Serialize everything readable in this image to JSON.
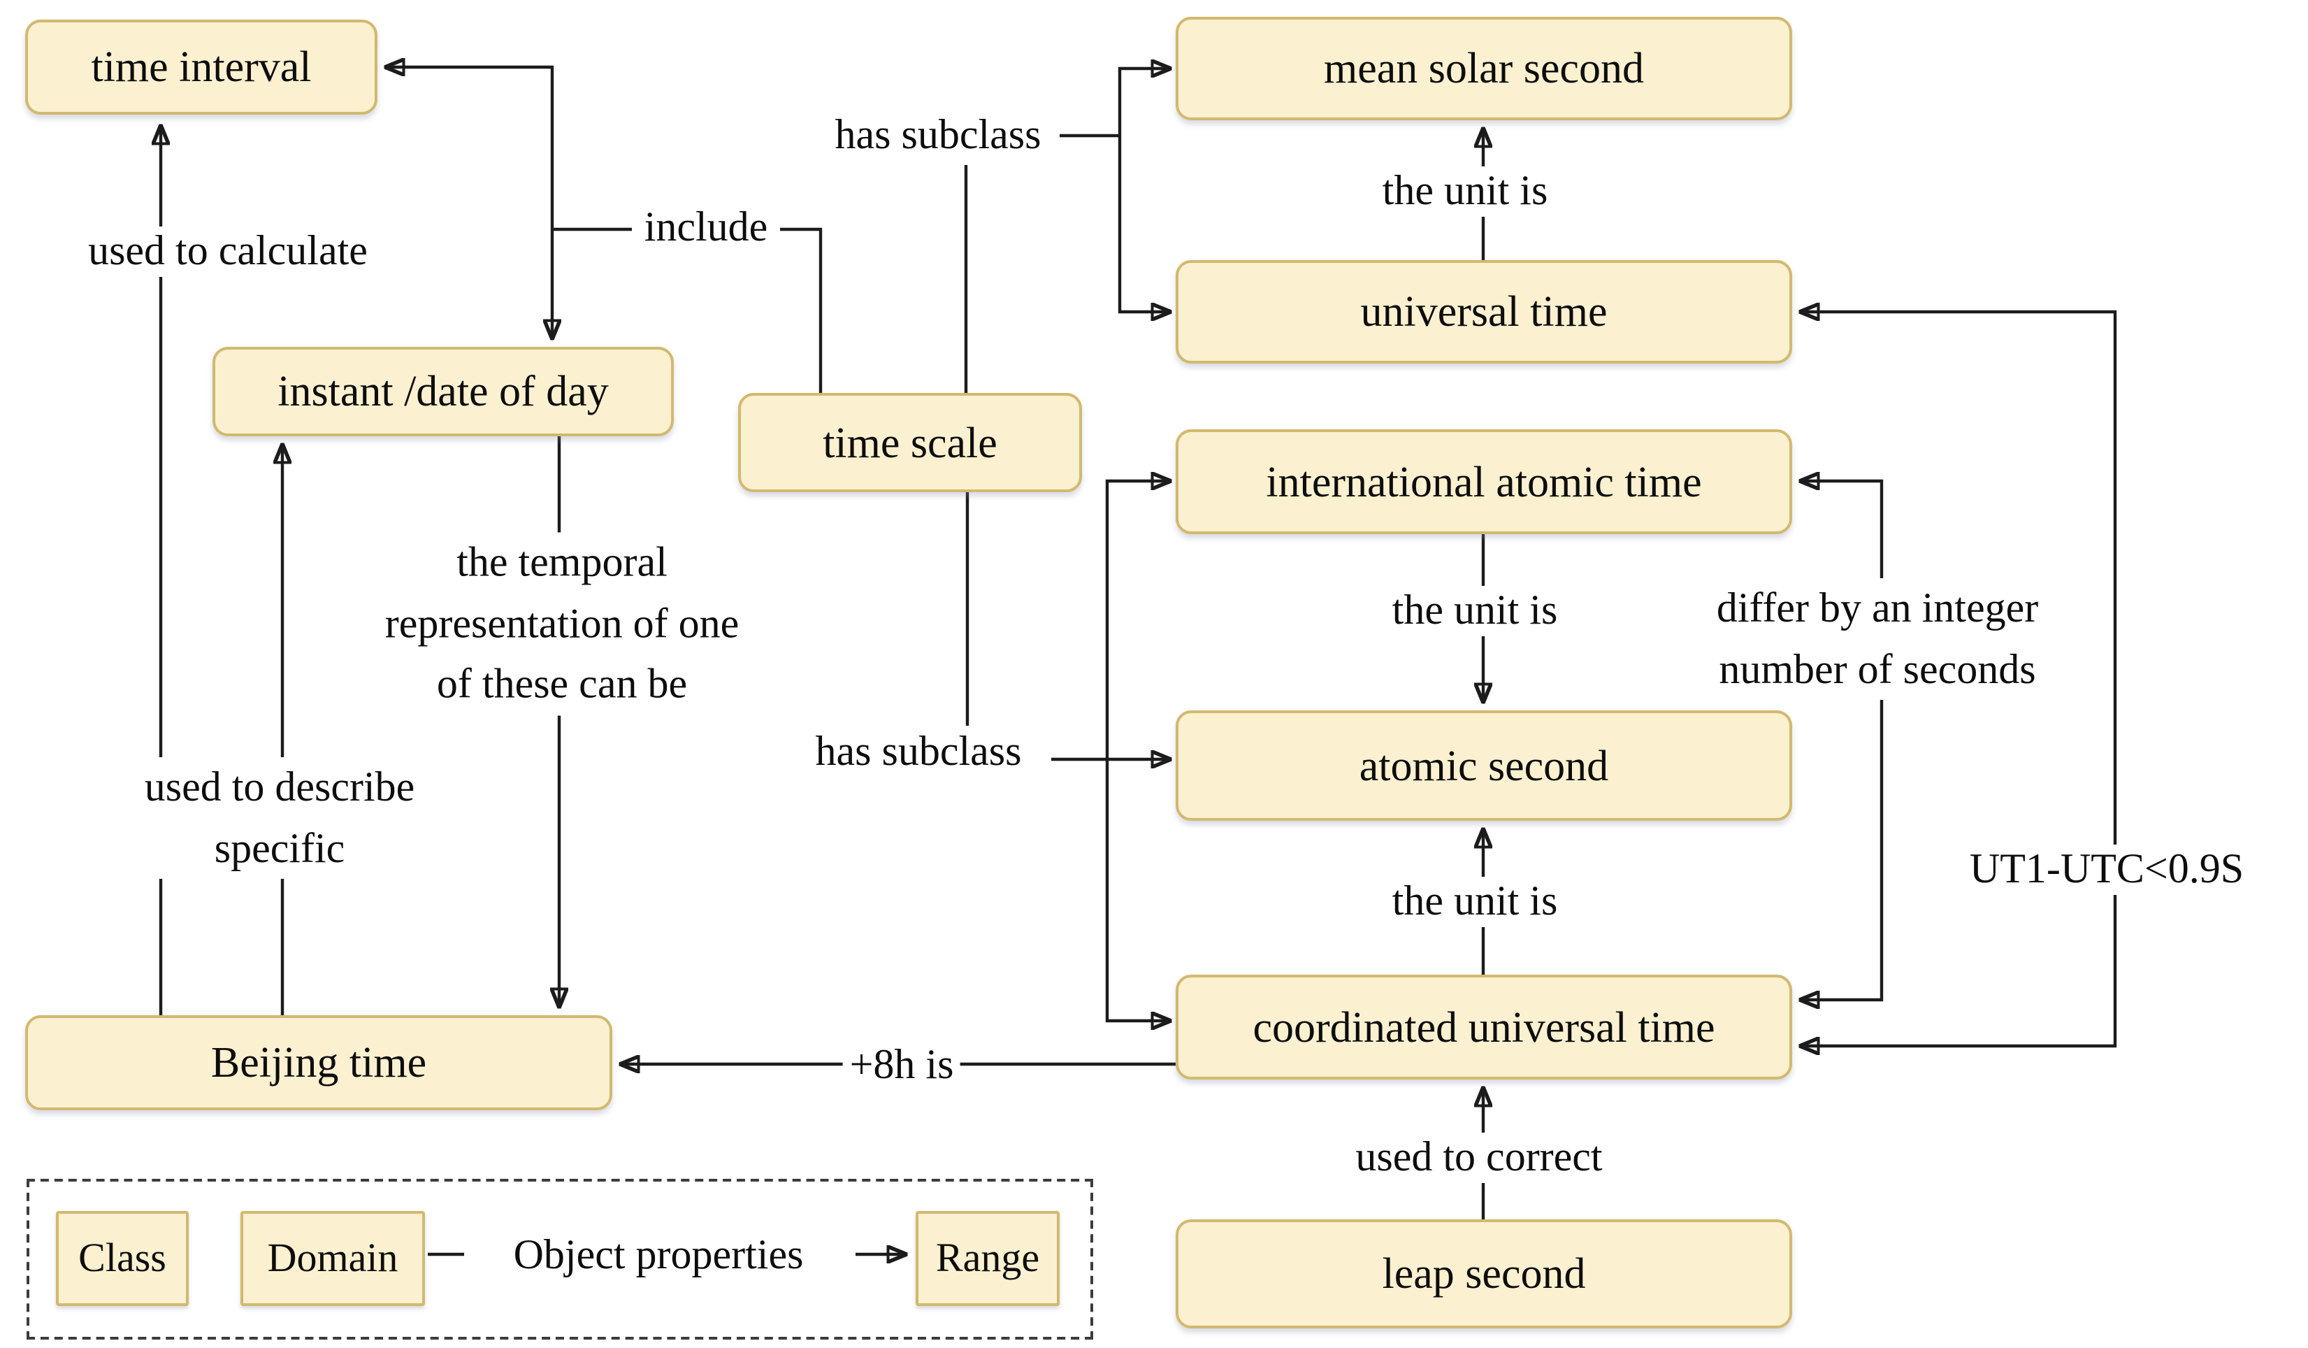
{
  "nodes": {
    "time_interval": "time interval",
    "instant_date": "instant /date of day",
    "time_scale": "time scale",
    "mean_solar_second": "mean solar second",
    "universal_time": "universal time",
    "international_atomic_time": "international atomic time",
    "atomic_second": "atomic second",
    "coordinated_universal_time": "coordinated universal time",
    "beijing_time": "Beijing time",
    "leap_second": "leap second"
  },
  "edge_labels": {
    "used_to_calculate": "used to calculate",
    "include": "include",
    "has_subclass_top": "has subclass",
    "has_subclass_mid": "has subclass",
    "the_unit_is_top": "the unit is",
    "the_unit_is_mid": "the unit is",
    "the_unit_is_low": "the unit is",
    "temporal": "the temporal\nrepresentation of one\nof these can be",
    "used_to_describe": "used to describe\nspecific",
    "differ": "differ by an integer\nnumber of seconds",
    "ut1": "UT1-UTC<0.9S",
    "plus8h": "+8h is",
    "used_to_correct": "used to correct"
  },
  "legend": {
    "class_label": "Class",
    "domain_label": "Domain",
    "object_properties_label": "Object properties",
    "range_label": "Range"
  },
  "colors": {
    "node_fill": "#fbf0d0",
    "node_border": "#d2b96e",
    "line": "#1c1c1c",
    "background": "#ffffff",
    "text": "#0d0d0d"
  }
}
